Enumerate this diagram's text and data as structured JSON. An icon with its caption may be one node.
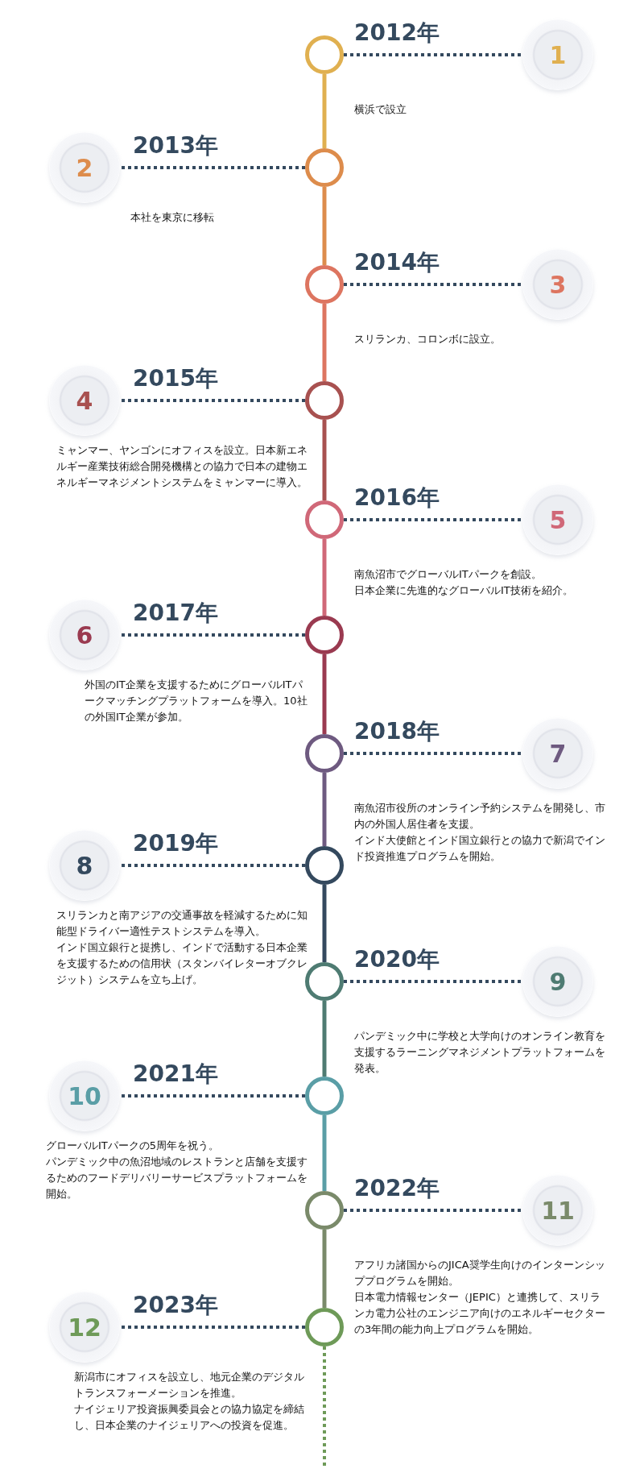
{
  "diagram": {
    "nodes": [
      {
        "text": [],
        "shape": "circle",
        "beside": [
          "2012年"
        ]
      },
      {
        "text": [
          "1"
        ]
      },
      {
        "text": [
          "2"
        ],
        "beside": [
          "2013年"
        ]
      },
      {
        "text": [],
        "shape": "circle"
      },
      {
        "text": [],
        "shape": "circle",
        "beside": [
          "2014年"
        ]
      },
      {
        "text": [
          "3"
        ]
      },
      {
        "text": [
          "4"
        ],
        "beside": [
          "2015年"
        ]
      },
      {
        "text": [],
        "shape": "circle"
      },
      {
        "text": [],
        "shape": "circle",
        "beside": [
          "2016年"
        ]
      },
      {
        "text": [
          "5"
        ]
      },
      {
        "text": [
          "6"
        ],
        "beside": [
          "2017年"
        ]
      },
      {
        "text": [],
        "shape": "circle"
      },
      {
        "text": [],
        "shape": "circle",
        "beside": [
          "2018年"
        ]
      },
      {
        "text": [
          "7"
        ]
      },
      {
        "text": [
          "8"
        ],
        "beside": [
          "2019年"
        ]
      },
      {
        "text": [],
        "shape": "circle"
      },
      {
        "text": [],
        "shape": "circle",
        "beside": [
          "2020年"
        ]
      },
      {
        "text": [
          "9"
        ]
      },
      {
        "text": [
          "10"
        ],
        "beside": [
          "2021年"
        ]
      },
      {
        "text": [],
        "shape": "circle"
      },
      {
        "text": [],
        "shape": "circle",
        "beside": [
          "2022年"
        ]
      },
      {
        "text": [
          "11"
        ]
      },
      {
        "text": [
          "12"
        ],
        "beside": [
          "2023年"
        ]
      },
      {
        "text": [],
        "shape": "circle"
      }
    ],
    "edges": [
      {
        "from": 0,
        "to": 1,
        "arrow": "none",
        "style": "dashed"
      },
      {
        "from": 0,
        "to": 3,
        "arrow": "none",
        "color": "#e0b050"
      },
      {
        "from": 3,
        "to": 2,
        "arrow": "none",
        "style": "dashed"
      },
      {
        "from": 3,
        "to": 4,
        "arrow": "none",
        "color": "#dd8c4c"
      },
      {
        "from": 4,
        "to": 5,
        "arrow": "none",
        "style": "dashed"
      },
      {
        "from": 4,
        "to": 7,
        "arrow": "none",
        "color": "#dd7560"
      },
      {
        "from": 7,
        "to": 6,
        "arrow": "none",
        "style": "dashed"
      },
      {
        "from": 7,
        "to": 8,
        "arrow": "none",
        "color": "#a85150"
      },
      {
        "from": 8,
        "to": 9,
        "arrow": "none",
        "style": "dashed"
      },
      {
        "from": 8,
        "to": 11,
        "arrow": "none",
        "color": "#d06878"
      },
      {
        "from": 11,
        "to": 10,
        "arrow": "none",
        "style": "dashed"
      },
      {
        "from": 11,
        "to": 12,
        "arrow": "none",
        "color": "#9a3a50"
      },
      {
        "from": 12,
        "to": 13,
        "arrow": "none",
        "style": "dashed"
      },
      {
        "from": 12,
        "to": 15,
        "arrow": "none",
        "color": "#6e5a80"
      },
      {
        "from": 15,
        "to": 14,
        "arrow": "none",
        "style": "dashed"
      },
      {
        "from": 15,
        "to": 16,
        "arrow": "none",
        "color": "#34495e"
      },
      {
        "from": 16,
        "to": 17,
        "arrow": "none",
        "style": "dashed"
      },
      {
        "from": 16,
        "to": 19,
        "arrow": "none",
        "color": "#4e7b72"
      },
      {
        "from": 19,
        "to": 18,
        "arrow": "none",
        "style": "dashed"
      },
      {
        "from": 19,
        "to": 20,
        "arrow": "none",
        "color": "#5a9ea6"
      },
      {
        "from": 20,
        "to": 21,
        "arrow": "none",
        "style": "dashed"
      },
      {
        "from": 20,
        "to": 23,
        "arrow": "none",
        "color": "#7a8a6a"
      },
      {
        "from": 23,
        "to": 22,
        "arrow": "none",
        "style": "dashed"
      },
      {
        "from": 23,
        "to": null,
        "arrow": "none",
        "style": "dashed",
        "color": "#6e9a58"
      }
    ],
    "labels": [
      "横浜で設立",
      "本社を東京に移転",
      "スリランカ、コロンボに設立。",
      "ミャンマー、ヤンゴンにオフィスを設立。日本新エネルギー産業技術総合開発機構との協力で日本の建物エネルギーマネジメントシステムをミャンマーに導入。",
      "南魚沼市でグローバルITパークを創設。",
      "日本企業に先進的なグローバルIT技術を紹介。",
      "外国のIT企業を支援するためにグローバルITパークマッチングプラットフォームを導入。10社の外国IT企業が参加。",
      "南魚沼市役所のオンライン予約システムを開発し、市内の外国人居住者を支援。",
      "インド大使館とインド国立銀行との協力で新潟でインド投資推進プログラムを開始。",
      "スリランカと南アジアの交通事故を軽減するために知能型ドライバー適性テストシステムを導入。",
      "インド国立銀行と提携し、インドで活動する日本企業を支援するための信用状（スタンバイレターオブクレジット）システムを立ち上げ。",
      "パンデミック中に学校と大学向けのオンライン教育を支援するラーニングマネジメントプラットフォームを発表。",
      "グローバルITパークの5周年を祝う。",
      "パンデミック中の魚沼地域のレストランと店舗を支援するためのフードデリバリーサービスプラットフォームを開始。",
      "アフリカ諸国からのJICA奨学生向けのインターンシッププログラムを開始。",
      "日本電力情報センター（JEPIC）と連携して、スリランカ電力公社のエンジニア向けのエネルギーセクターの3年間の能力向上プログラムを開始。",
      "新潟市にオフィスを設立し、地元企業のデジタルトランスフォーメーションを推進。",
      "ナイジェリア投資振興委員会との協力協定を締結し、日本企業のナイジェリアへの投資を促進。"
    ]
  }
}
